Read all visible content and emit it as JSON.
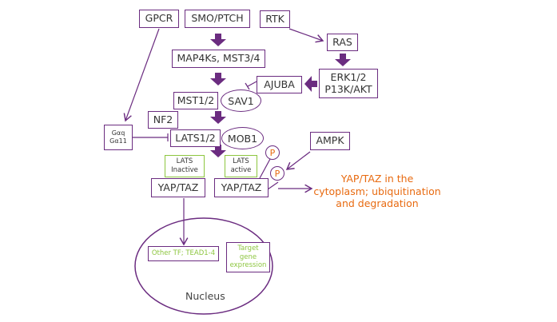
{
  "diagram": {
    "colors": {
      "primary": "#6b2c80",
      "green": "#8dc63f",
      "orange": "#e86a10"
    },
    "nodes": {
      "gpcr": "GPCR",
      "smo_ptch": "SMO/PTCH",
      "rtk": "RTK",
      "ras": "RAS",
      "map4ks": "MAP4Ks, MST3/4",
      "erk": "ERK1/2",
      "pi3k": "P13K/AKT",
      "ajuba": "AJUBA",
      "mst12": "MST1/2",
      "sav1": "SAV1",
      "nf2": "NF2",
      "gaq": "Gαq",
      "ga11": "Gα11",
      "lats12": "LATS1/2",
      "mob1": "MOB1",
      "ampk": "AMPK",
      "lats_inactive_1": "LATS",
      "lats_inactive_2": "Inactive",
      "lats_active_1": "LATS",
      "lats_active_2": "active",
      "yap_taz_left": "YAP/TAZ",
      "yap_taz_right": "YAP/TAZ",
      "p1": "P",
      "p2": "P",
      "other_tf": "Other TF; TEAD1-4",
      "target_1": "Target",
      "target_2": "gene",
      "target_3": "expression",
      "nucleus": "Nucleus"
    },
    "outcome": {
      "line1": "YAP/TAZ in the",
      "line2": "cytoplasm; ubiquitination",
      "line3": "and degradation"
    }
  }
}
